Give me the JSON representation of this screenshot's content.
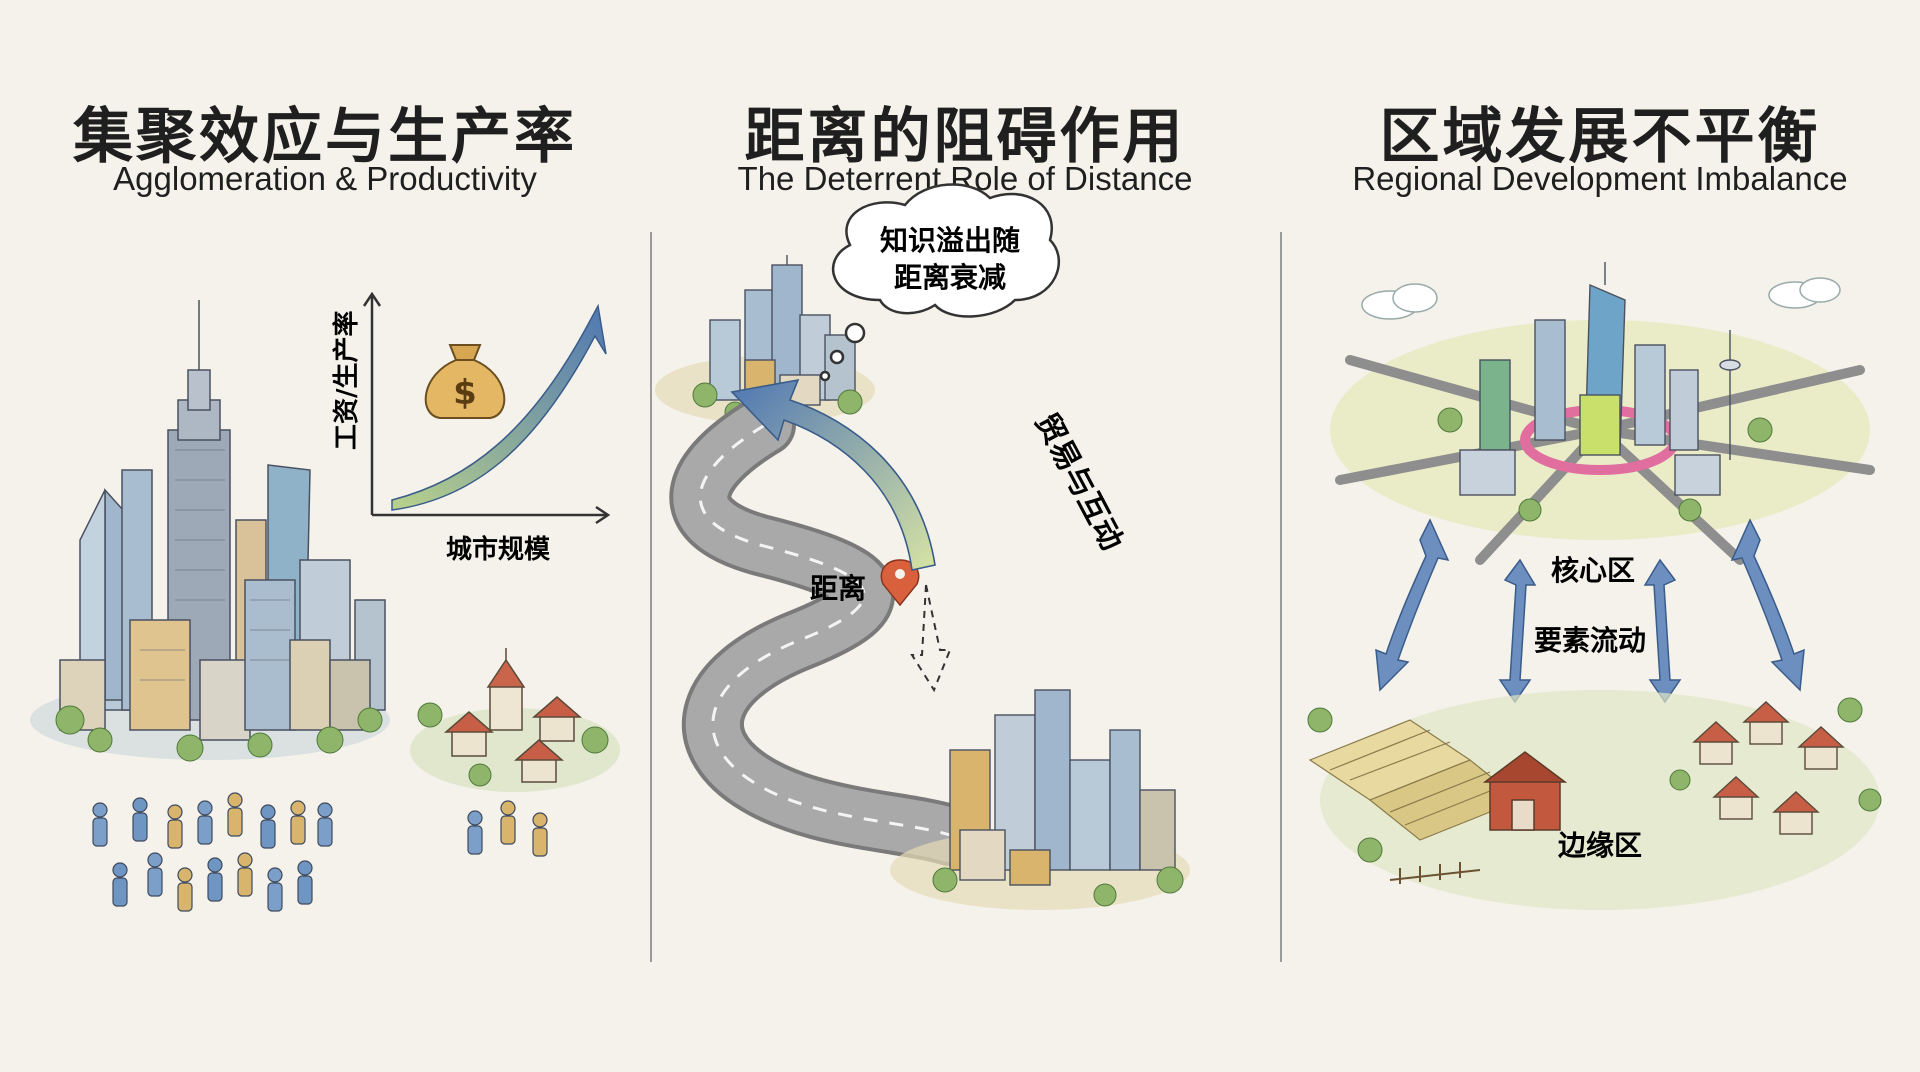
{
  "panels": [
    {
      "title_zh": "集聚效应与生产率",
      "title_en": "Agglomeration & Productivity",
      "y_axis_label": "工资/生产率",
      "x_axis_label": "城市规模",
      "money_symbol": "$"
    },
    {
      "title_zh": "距离的阻碍作用",
      "title_en": "The Deterrent Role of Distance",
      "thought_bubble": [
        "知识溢出随",
        "距离衰减"
      ],
      "arrow_label": "贸易与互动",
      "distance_label": "距离"
    },
    {
      "title_zh": "区域发展不平衡",
      "title_en": "Regional Development Imbalance",
      "core_label": "核心区",
      "flow_label": "要素流动",
      "periphery_label": "边缘区"
    }
  ],
  "colors": {
    "background": "#f4f2ea",
    "arrow_blue": "#5b7fb5",
    "arrow_green": "#b9d28a",
    "pin_red": "#d9603c",
    "road_gray": "#9c9c9c"
  }
}
